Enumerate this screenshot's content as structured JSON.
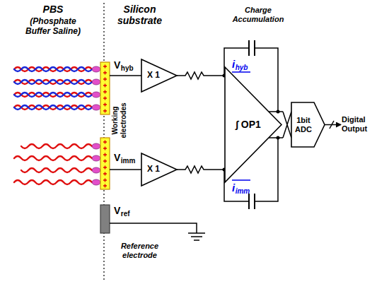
{
  "diagram": {
    "nodes": [
      {
        "text": [
          "X 1"
        ]
      },
      {
        "text": [
          "X 1"
        ]
      },
      {
        "text": [
          "∫ OP1"
        ]
      },
      {
        "text": [
          "1bit ADC"
        ]
      }
    ],
    "edges": [
      {
        "from": 0,
        "to": 2,
        "arrow": "none"
      },
      {
        "from": 1,
        "to": 2,
        "arrow": "none"
      },
      {
        "from": 2,
        "to": 3,
        "arrow": "none"
      }
    ],
    "labels": [
      "PBS",
      "(Phosphate Buffer Saline)",
      "Silicon substrate",
      "Charge Accumulation",
      "V",
      "hyb",
      "i",
      "hyb",
      "V",
      "imm",
      "i",
      "imm",
      "V",
      "ref",
      "Working electrodes",
      "Reference electrode",
      "Digital Output"
    ]
  }
}
